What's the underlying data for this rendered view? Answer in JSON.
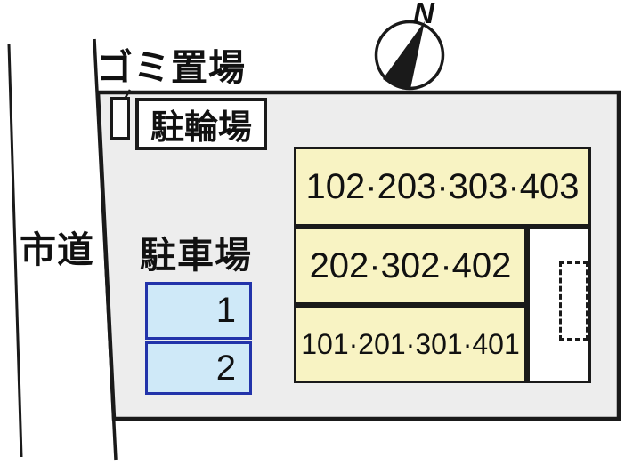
{
  "compass": {
    "north_label": "N"
  },
  "road": {
    "label": "市道"
  },
  "site": {
    "garbage_area_label": "ゴミ置場",
    "bicycle_parking_label": "駐輪場",
    "parking_label": "駐車場",
    "parking_spaces": [
      {
        "number": "1"
      },
      {
        "number": "2"
      }
    ],
    "building_blocks": [
      {
        "units": "102·203·303·403"
      },
      {
        "units": "202·302·402"
      },
      {
        "units": "101·201·301·401"
      }
    ]
  },
  "colors": {
    "plot_fill": "#ededed",
    "building_fill": "#f8f3c3",
    "parking_fill": "#cfe9f8",
    "parking_border": "#2233aa",
    "line": "#1a1a1a"
  }
}
